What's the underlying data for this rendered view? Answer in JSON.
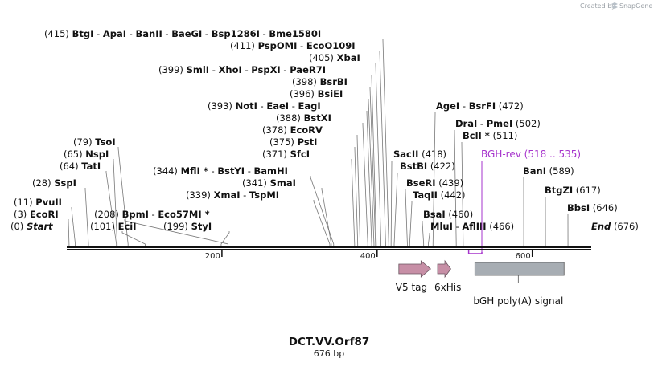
{
  "credit": {
    "prefix": "Created by",
    "brand": "SnapGene"
  },
  "map": {
    "name": "DCT.VV.Orf87",
    "length_label": "676 bp",
    "length_bp": 676
  },
  "colors": {
    "backbone": "#111111",
    "feature_fill": "#c78fa6",
    "polyA_fill": "#a7adb3",
    "primer": "#a633cc",
    "leader": "#777777"
  },
  "ticks": [
    {
      "bp": 200,
      "label": "200"
    },
    {
      "bp": 400,
      "label": "400"
    },
    {
      "bp": 600,
      "label": "600"
    }
  ],
  "sites": [
    {
      "group": "g01",
      "pos": "(415)",
      "names": [
        "BtgI",
        "ApaI",
        "BanII",
        "BaeGI",
        "Bsp1286I",
        "Bme1580I"
      ],
      "cuts": [
        415
      ]
    },
    {
      "group": "g02",
      "pos": "(411)",
      "names": [
        "PspOMI",
        "EcoO109I"
      ],
      "cuts": [
        411
      ]
    },
    {
      "group": "g03",
      "pos": "(405)",
      "names": [
        "XbaI"
      ],
      "cuts": [
        405
      ]
    },
    {
      "group": "g04",
      "pos": "(399)",
      "names": [
        "SmlI",
        "XhoI",
        "PspXI",
        "PaeR7I"
      ],
      "cuts": [
        399
      ]
    },
    {
      "group": "g05",
      "pos": "(398)",
      "names": [
        "BsrBI"
      ],
      "cuts": [
        398
      ]
    },
    {
      "group": "g06",
      "pos": "(396)",
      "names": [
        "BsiEI"
      ],
      "cuts": [
        396
      ]
    },
    {
      "group": "g07",
      "pos": "(393)",
      "names": [
        "NotI",
        "EaeI",
        "EagI"
      ],
      "cuts": [
        393
      ]
    },
    {
      "group": "g08",
      "pos": "(388)",
      "names": [
        "BstXI"
      ],
      "cuts": [
        388
      ]
    },
    {
      "group": "g09",
      "pos": "(378)",
      "names": [
        "EcoRV"
      ],
      "cuts": [
        378
      ]
    },
    {
      "group": "g10",
      "pos": "(375)",
      "names": [
        "PstI"
      ],
      "cuts": [
        375
      ]
    },
    {
      "group": "g11",
      "pos": "(371)",
      "names": [
        "SfcI"
      ],
      "cuts": [
        371
      ]
    },
    {
      "group": "g12",
      "pos": "(344)",
      "names": [
        "MflI *",
        "BstYI",
        "BamHI"
      ],
      "cuts": [
        344
      ]
    },
    {
      "group": "g13",
      "pos": "(341)",
      "names": [
        "SmaI"
      ],
      "cuts": [
        341
      ]
    },
    {
      "group": "g14",
      "pos": "(339)",
      "names": [
        "XmaI",
        "TspMI"
      ],
      "cuts": [
        339
      ]
    },
    {
      "group": "g15",
      "pos": "(79)",
      "names": [
        "TsoI"
      ],
      "cuts": [
        79
      ]
    },
    {
      "group": "g16",
      "pos": "(65)",
      "names": [
        "NspI"
      ],
      "cuts": [
        65
      ]
    },
    {
      "group": "g17",
      "pos": "(64)",
      "names": [
        "TatI"
      ],
      "cuts": [
        64
      ]
    },
    {
      "group": "g18",
      "pos": "(28)",
      "names": [
        "SspI"
      ],
      "cuts": [
        28
      ]
    },
    {
      "group": "g19",
      "pos": "(11)",
      "names": [
        "PvuII"
      ],
      "cuts": [
        11
      ]
    },
    {
      "group": "g20",
      "pos": "(3)",
      "names": [
        "EcoRI"
      ],
      "cuts": [
        3
      ]
    },
    {
      "group": "g21",
      "pos": "(0)",
      "names": [
        "Start"
      ],
      "cuts": [
        0
      ],
      "italic": true
    },
    {
      "group": "g22",
      "pos": "(208)",
      "names": [
        "BpmI",
        "Eco57MI *"
      ],
      "cuts": [
        208
      ],
      "pos_first": true
    },
    {
      "group": "g23",
      "pos": "(101)",
      "names": [
        "EciI"
      ],
      "cuts": [
        101
      ]
    },
    {
      "group": "g24",
      "pos": "(199)",
      "names": [
        "StyI"
      ],
      "cuts": [
        199
      ]
    },
    {
      "group": "g25",
      "pos": "(472)",
      "names": [
        "AgeI",
        "BsrFI"
      ],
      "cuts": [
        472
      ],
      "pos_right": true
    },
    {
      "group": "g26",
      "pos": "(502)",
      "names": [
        "DraI",
        "PmeI"
      ],
      "cuts": [
        502
      ],
      "pos_right": true
    },
    {
      "group": "g27",
      "pos": "(511)",
      "names": [
        "BclI *"
      ],
      "cuts": [
        511
      ],
      "pos_right": true
    },
    {
      "group": "g28",
      "pos": "(418)",
      "names": [
        "SacII"
      ],
      "cuts": [
        418
      ],
      "pos_right": true
    },
    {
      "group": "g29",
      "pos": "(422)",
      "names": [
        "BstBI"
      ],
      "cuts": [
        422
      ],
      "pos_right": true
    },
    {
      "group": "g30",
      "pos": "(439)",
      "names": [
        "BseRI"
      ],
      "cuts": [
        439
      ],
      "pos_right": true
    },
    {
      "group": "g31",
      "pos": "(442)",
      "names": [
        "TaqII"
      ],
      "cuts": [
        442
      ],
      "pos_right": true
    },
    {
      "group": "g32",
      "pos": "(460)",
      "names": [
        "BsaI"
      ],
      "cuts": [
        460
      ],
      "pos_right": true
    },
    {
      "group": "g33",
      "pos": "(466)",
      "names": [
        "MluI",
        "AflIII"
      ],
      "cuts": [
        466
      ],
      "pos_right": true
    },
    {
      "group": "g34",
      "pos": "(589)",
      "names": [
        "BanI"
      ],
      "cuts": [
        589
      ],
      "pos_right": true
    },
    {
      "group": "g35",
      "pos": "(617)",
      "names": [
        "BtgZI"
      ],
      "cuts": [
        617
      ],
      "pos_right": true
    },
    {
      "group": "g36",
      "pos": "(646)",
      "names": [
        "BbsI"
      ],
      "cuts": [
        646
      ],
      "pos_right": true
    },
    {
      "group": "g37",
      "pos": "(676)",
      "names": [
        "End"
      ],
      "cuts": [
        676
      ],
      "pos_right": true,
      "italic": true
    }
  ],
  "primer": {
    "name": "BGH-rev",
    "range": "(518 .. 535)",
    "start": 518,
    "end": 535
  },
  "features": [
    {
      "name": "V5 tag",
      "start": 428,
      "end": 469,
      "kind": "arrow"
    },
    {
      "name": "6xHis",
      "start": 478,
      "end": 495,
      "kind": "arrow"
    },
    {
      "name": "bGH poly(A) signal",
      "start": 526,
      "end": 641,
      "kind": "box"
    }
  ]
}
